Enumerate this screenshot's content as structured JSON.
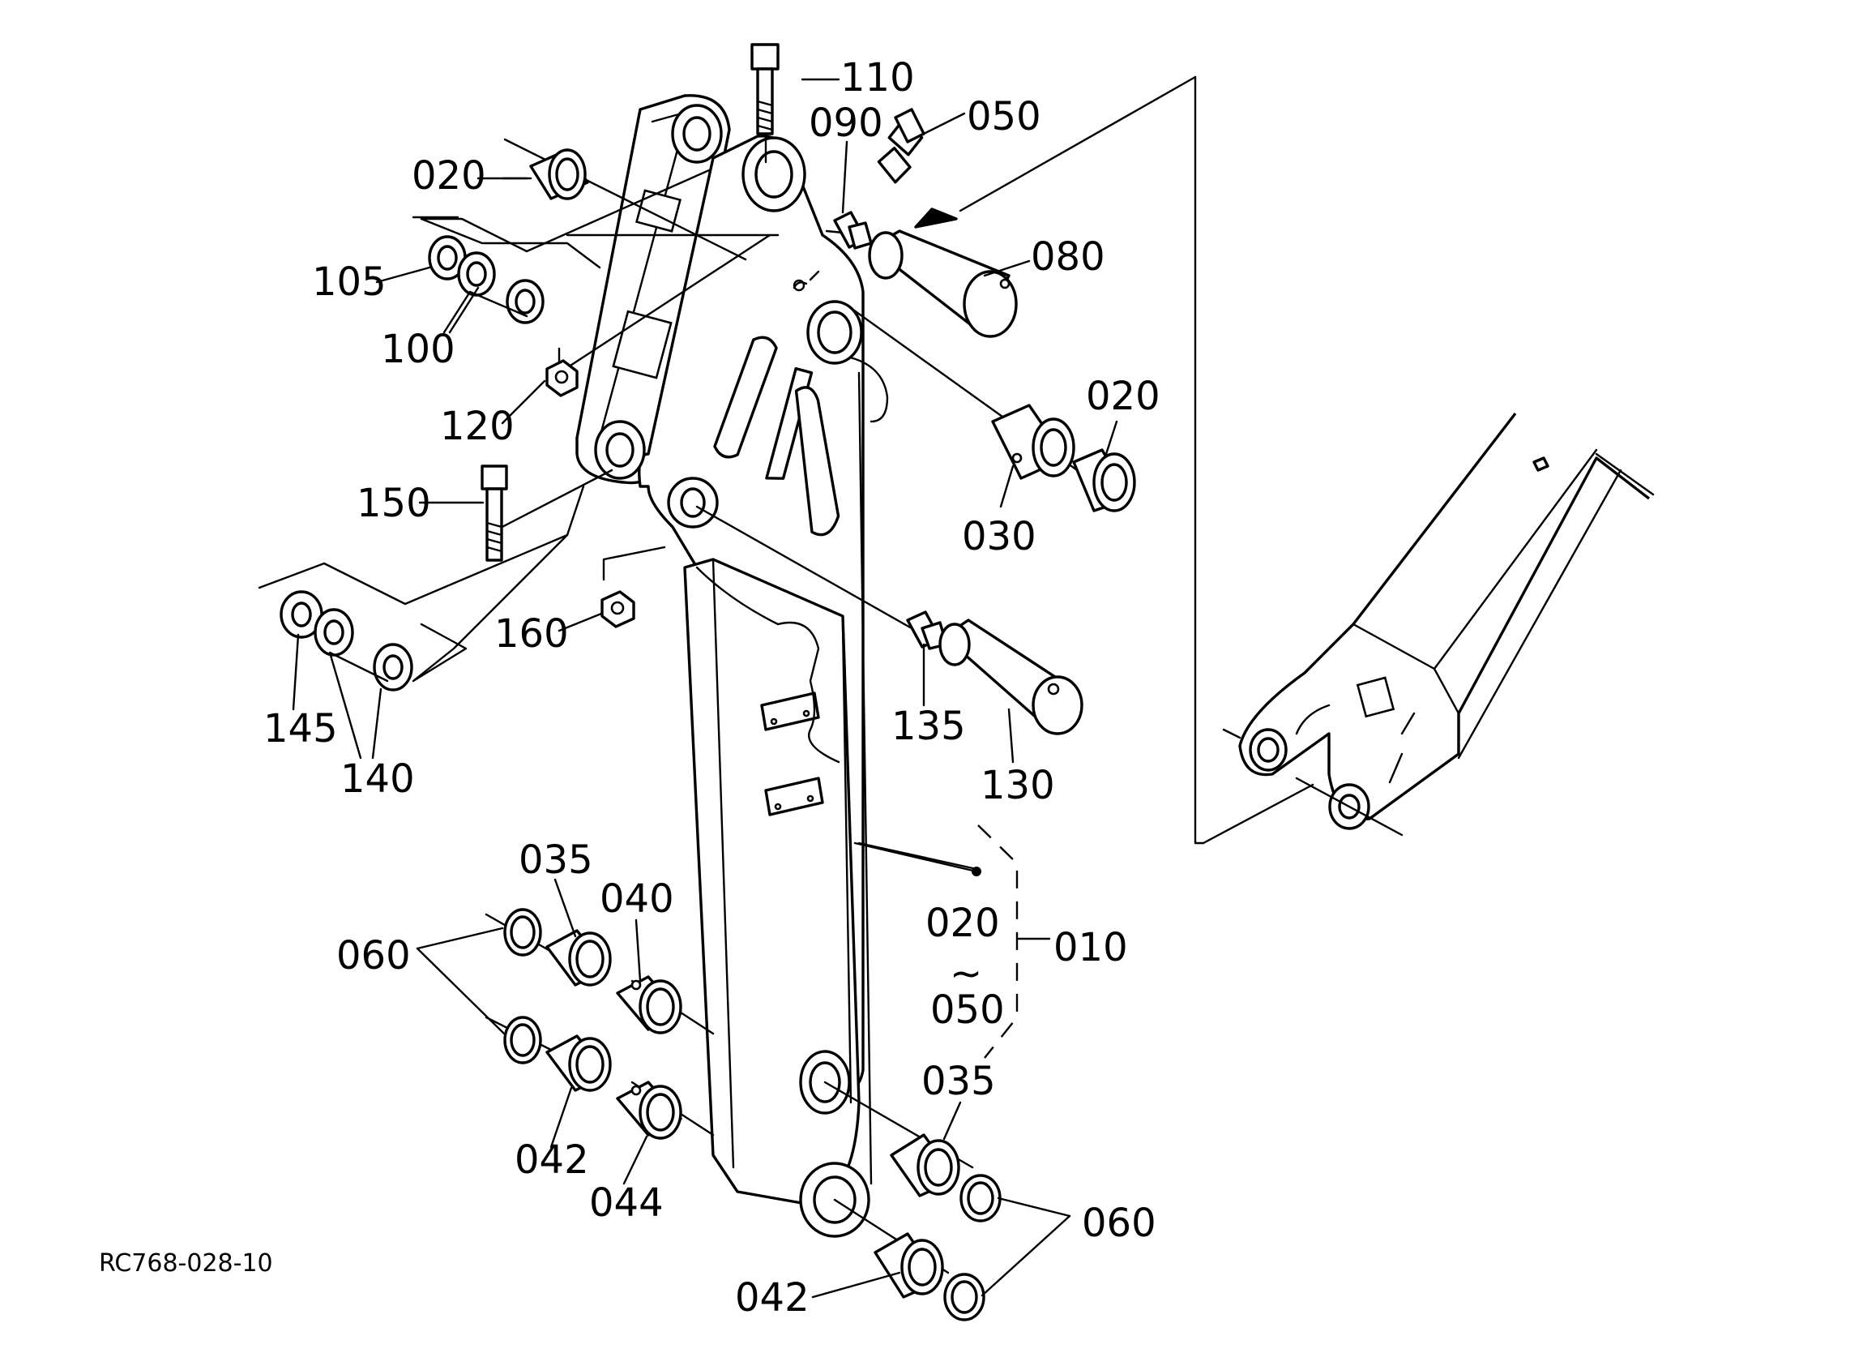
{
  "diagram": {
    "document_code": "RC768-028-10",
    "range_tilde": "~",
    "colors": {
      "ink": "#000000",
      "paper": "#ffffff"
    },
    "labels": {
      "p110": "110",
      "p090": "090",
      "p050_top": "050",
      "p020_top": "020",
      "p105": "105",
      "p080": "080",
      "p100": "100",
      "p120": "120",
      "p020_right": "020",
      "p150": "150",
      "p030": "030",
      "p160": "160",
      "p145": "145",
      "p135": "135",
      "p140": "140",
      "p130": "130",
      "p035_left": "035",
      "p040": "040",
      "p020_range": "020",
      "p010": "010",
      "p060_left": "060",
      "p050_range": "050",
      "p035_right": "035",
      "p042_left": "042",
      "p044": "044",
      "p060_right": "060",
      "p042_bottom": "042"
    }
  }
}
